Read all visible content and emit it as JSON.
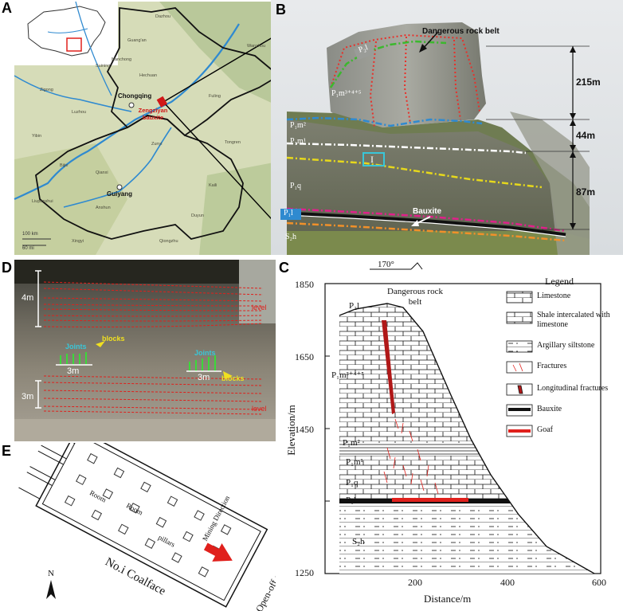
{
  "panels": {
    "A": {
      "label": "A",
      "city1": "Chongqing",
      "city2": "Guiyang",
      "site": "Zengziyan bauxite",
      "scale1": "100 km",
      "scale2": "60 mi",
      "towns": [
        "Dazhou",
        "Guang'an",
        "Nanchong",
        "Suining",
        "Hechuan",
        "Zigong",
        "Luzhou",
        "Yibin",
        "Zunyi",
        "Bijie",
        "Anshun",
        "Duyun",
        "Kaili",
        "Tongren",
        "Fuling",
        "Wanzhou",
        "Qianxi",
        "Liupanshui",
        "Xingyi",
        "Qiongzhu"
      ]
    },
    "B": {
      "label": "B",
      "title": "Dangerous rock belt",
      "heights": [
        "215m",
        "44m",
        "87m"
      ],
      "strata": [
        "P₂l",
        "P₁m³⁺⁴⁺⁵",
        "P₁m²",
        "P₁m¹",
        "P₁q",
        "P₁l",
        "S₂h"
      ],
      "box_label": "I",
      "bauxite": "Bauxite"
    },
    "C": {
      "label": "C",
      "ylabel": "Elevation/m",
      "xlabel": "Distance/m",
      "yticks": [
        "1850",
        "1650",
        "1450",
        "1250"
      ],
      "xticks": [
        "200",
        "400",
        "600"
      ],
      "orientation": "170°",
      "belt": "Dangerous rock belt",
      "units": [
        "P₂l",
        "P₁m³⁺⁴⁺⁵",
        "P₁m²",
        "P₁m¹",
        "P₁q",
        "P₁l",
        "S₂h"
      ],
      "legend": {
        "title": "Legend",
        "items": [
          "Limestone",
          "Shale intercalated with limestone",
          "Argillary siltstone",
          "Fractures",
          "Longitudinal fractures",
          "Bauxite",
          "Goaf"
        ]
      }
    },
    "D": {
      "label": "D",
      "dims": [
        "4m",
        "3m",
        "3m",
        "3m"
      ],
      "joints": "Joints",
      "blocks": "blocks",
      "level": "level"
    },
    "E": {
      "label": "E",
      "room": "Room",
      "pillars": "pillars",
      "mining": "Mining Direction",
      "coalface": "No.i Coalface",
      "cut": "Open-off cut",
      "north": "N"
    }
  },
  "colors": {
    "river": "#2f8ad0",
    "boundary": "#111111",
    "dangerous": "#e8302a",
    "green_line": "#3cb82e",
    "yellow_line": "#e6d81c",
    "pink_line": "#e0208a",
    "orange_line": "#f0902a",
    "cyan_box": "#39c6d8"
  }
}
